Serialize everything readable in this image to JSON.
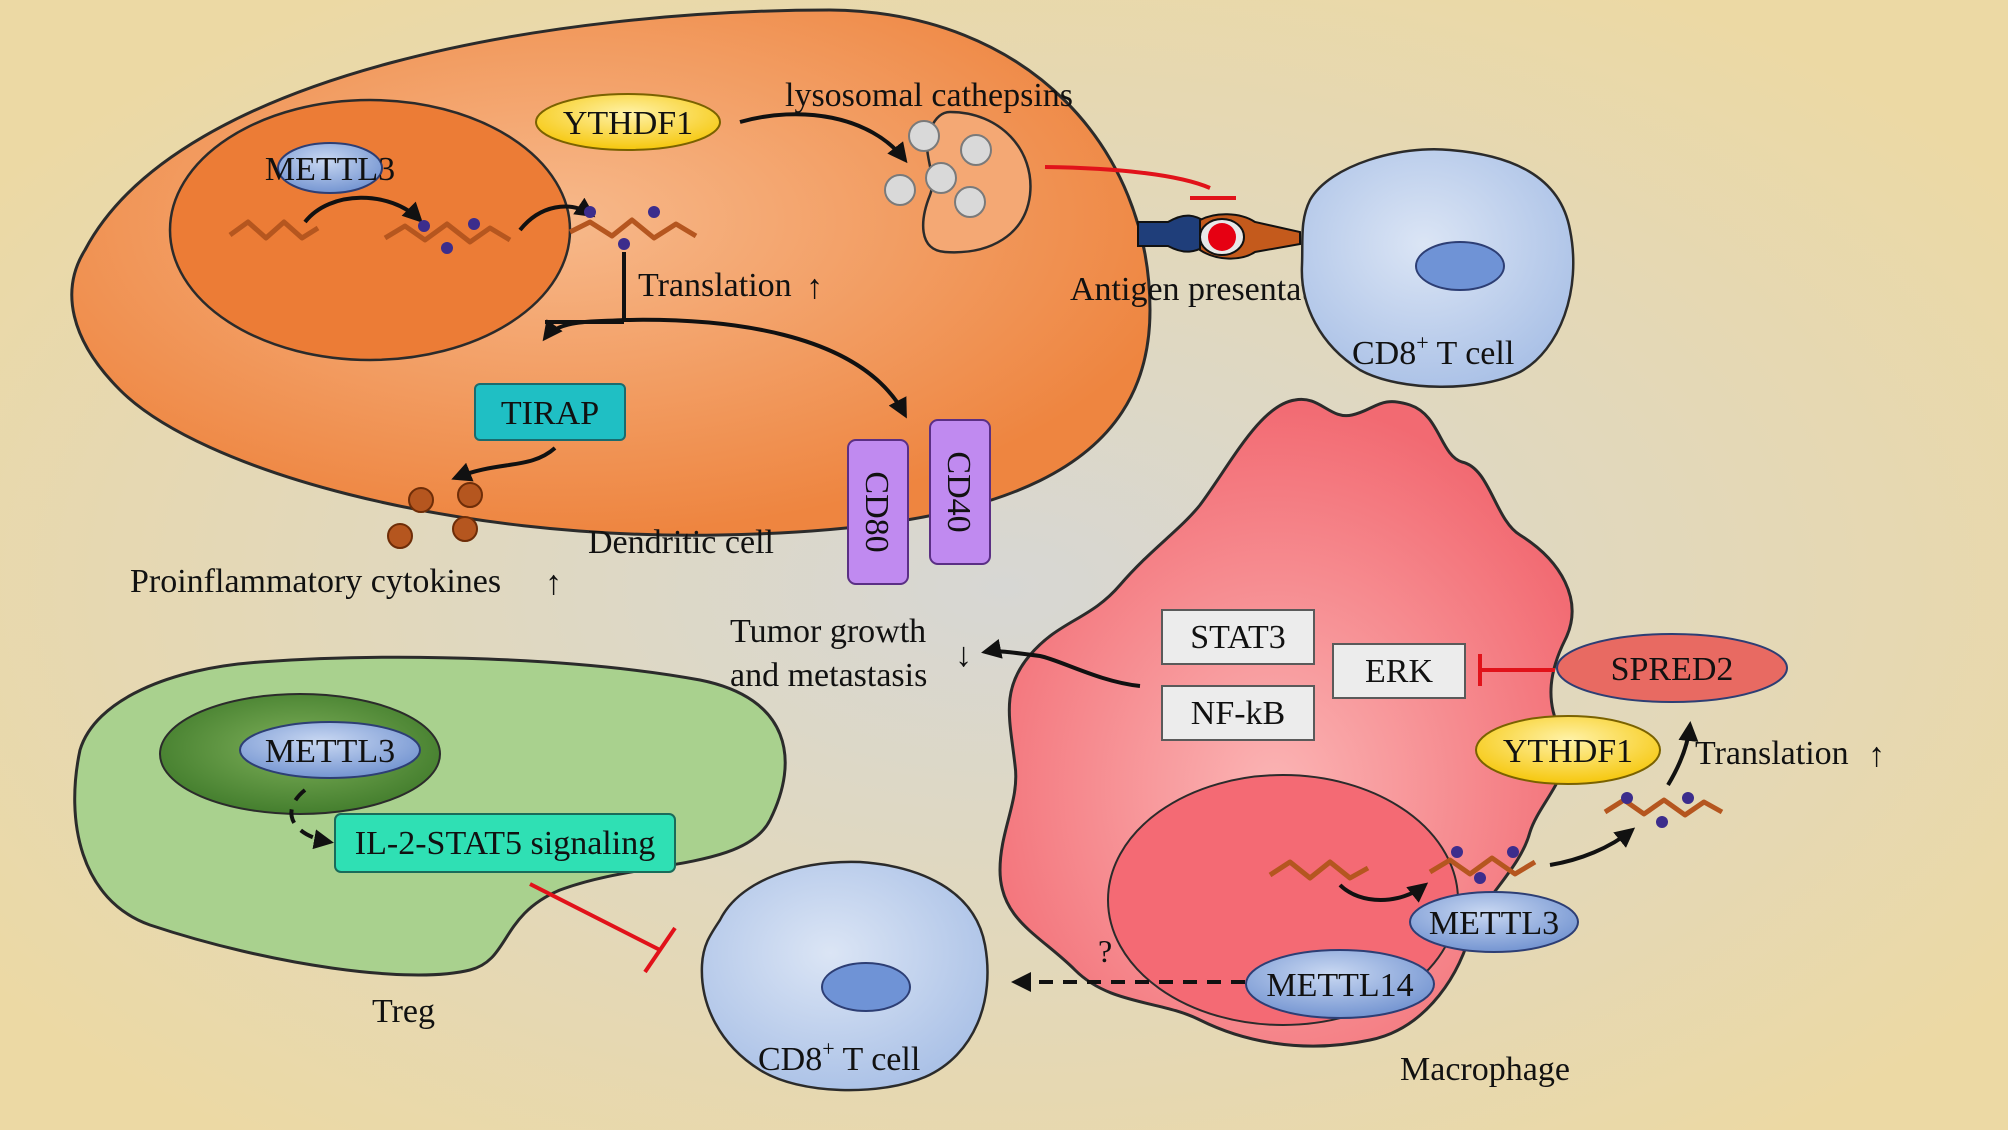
{
  "colors": {
    "background": "#ecd9a4",
    "dendritic_cell": "#ee8540",
    "macrophage": "#f26a72",
    "treg": "#a9d18e",
    "t_cell": "#b4c7e7",
    "ythdf1": "#ffd94a",
    "tirap": "#1fbfc4",
    "cd_marker": "#c08af0",
    "il2_box": "#2fe0b4",
    "inhibition": "#e1121a"
  },
  "dendritic_cell": {
    "label": "Dendritic cell",
    "ythdf1": "YTHDF1",
    "lysosomal": "lysosomal cathepsins",
    "mettl3": "METTL3",
    "translation": "Translation",
    "tirap": "TIRAP",
    "cytokines": "Proinflammatory cytokines",
    "cd80": "CD80",
    "cd40": "CD40",
    "antigen": "Antigen presentation"
  },
  "tcell_top": {
    "label_main": "CD8",
    "label_sup": "+",
    "label_rest": " T cell"
  },
  "tcell_bottom": {
    "label_main": "CD8",
    "label_sup": "+",
    "label_rest": " T cell"
  },
  "macrophage": {
    "label": "Macrophage",
    "stat3": "STAT3",
    "nfkb": "NF-kB",
    "erk": "ERK",
    "spred2": "SPRED2",
    "ythdf1": "YTHDF1",
    "translation": "Translation",
    "mettl3": "METTL3",
    "mettl14": "METTL14",
    "question": "?",
    "tumor_line1": "Tumor growth",
    "tumor_line2": "and metastasis"
  },
  "treg": {
    "label": "Treg",
    "mettl3": "METTL3",
    "il2": "IL-2-STAT5 signaling"
  },
  "arrows": {
    "up": "↑",
    "down": "↓"
  }
}
